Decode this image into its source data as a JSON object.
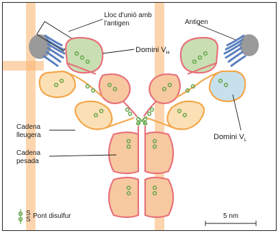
{
  "labels": {
    "binding_site_line1": "Lloc d'unió amb",
    "binding_site_line2": "l'antigen",
    "antigen": "Antigen",
    "vh_domain": "Domini V",
    "vh_sub": "H",
    "vl_domain": "Domini V",
    "vl_sub": "L",
    "light_chain_line1": "Cadena",
    "light_chain_line2": "lleugera",
    "heavy_chain_line1": "Cadena",
    "heavy_chain_line2": "pesada",
    "disulfide": "Pont disulfur",
    "disulfide_s1": "S",
    "disulfide_s2": "S",
    "scale": "5 nm"
  },
  "colors": {
    "heavy_chain_outline": "#e8707a",
    "light_chain_outline": "#f3a64a",
    "heavy_fill": "#f7c9a0",
    "light_fill": "#fbe0b5",
    "vh_fill": "#c9dfb3",
    "vl_fill": "#c7e1ec",
    "disulfide": "#6aa84f",
    "antigen": "#9a9a9a",
    "antigen_strands": "#5b7fbf",
    "watermark": "#f9b36b"
  }
}
